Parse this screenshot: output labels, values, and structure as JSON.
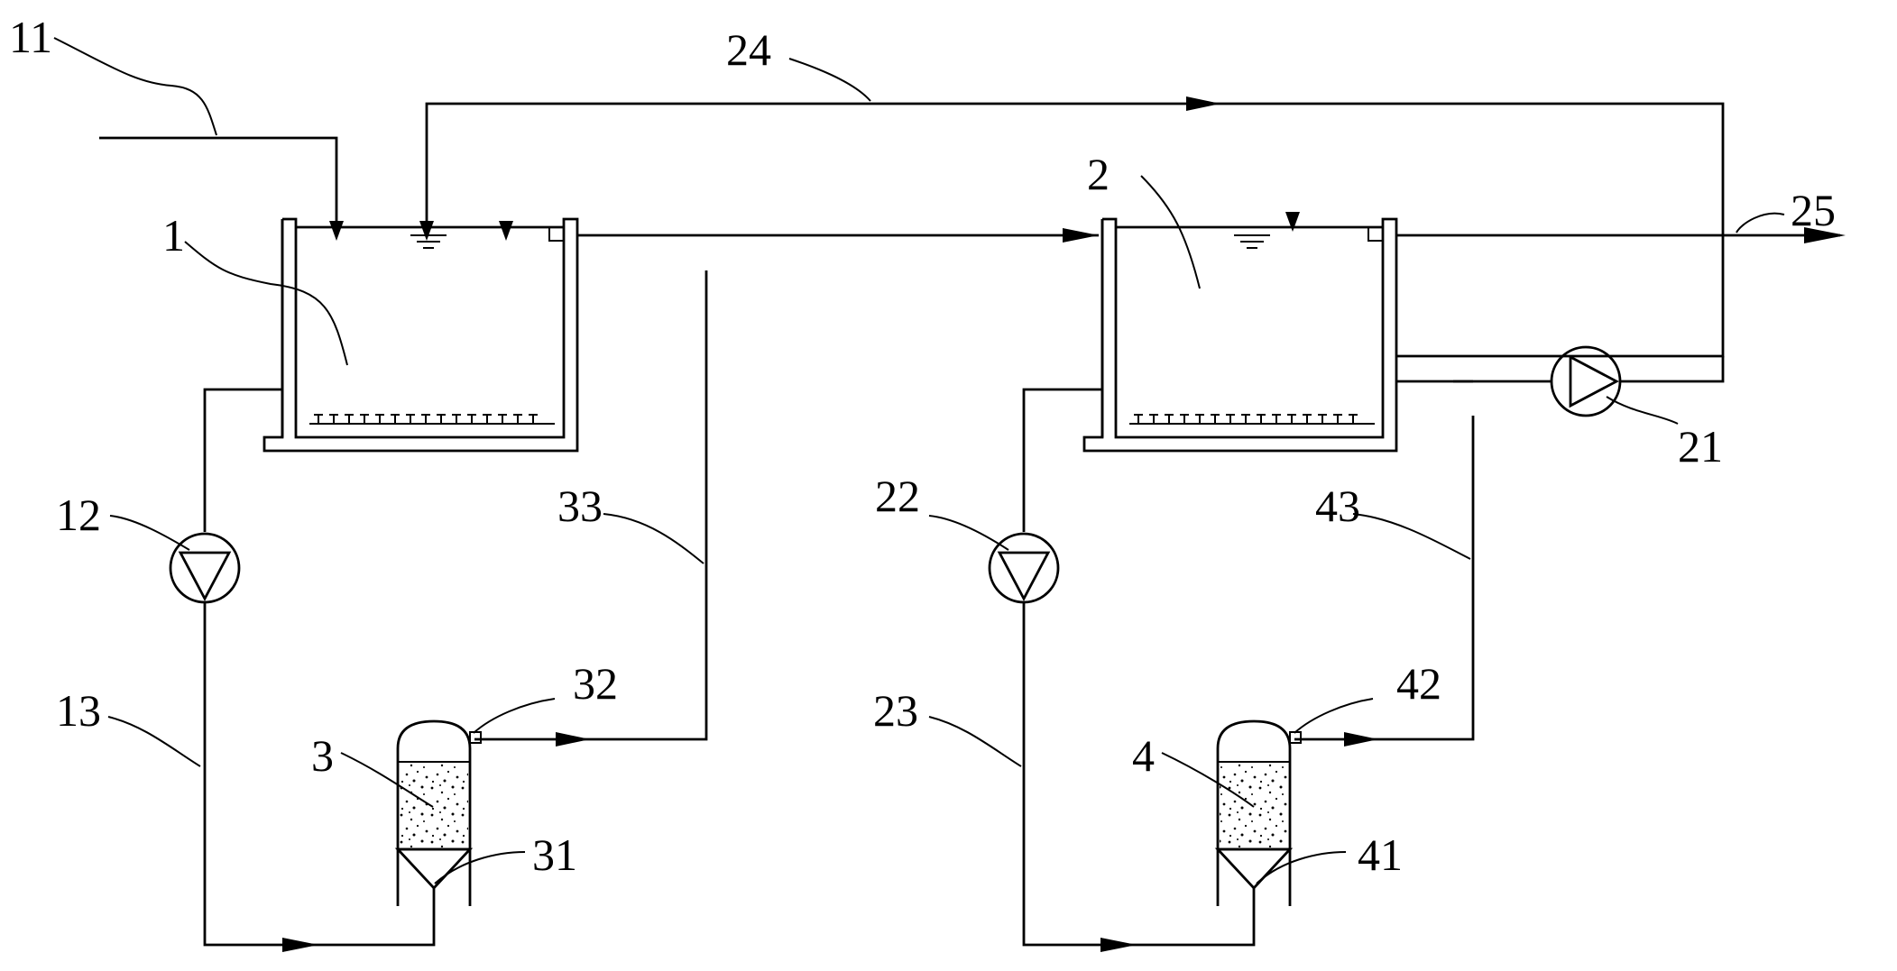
{
  "labels": {
    "l1": "1",
    "l2": "2",
    "l3": "3",
    "l4": "4",
    "l11": "11",
    "l12": "12",
    "l13": "13",
    "l21": "21",
    "l22": "22",
    "l23": "23",
    "l24": "24",
    "l25": "25",
    "l31": "31",
    "l32": "32",
    "l33": "33",
    "l41": "41",
    "l42": "42",
    "l43": "43"
  },
  "colors": {
    "line": "#000000",
    "background": "#ffffff"
  }
}
